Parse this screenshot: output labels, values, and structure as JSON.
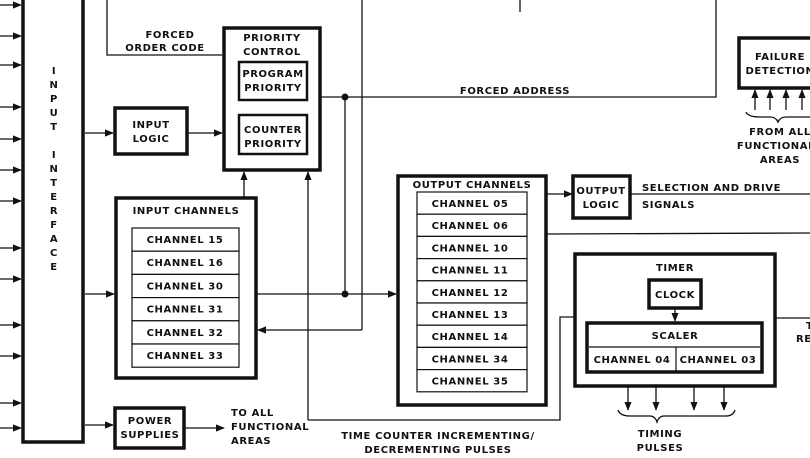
{
  "diagram": {
    "input_interface": {
      "letters": [
        "I",
        "N",
        "P",
        "U",
        "T",
        "",
        "I",
        "N",
        "T",
        "E",
        "R",
        "F",
        "A",
        "C",
        "E"
      ]
    },
    "forced_order_code": [
      "FORCED",
      "ORDER CODE"
    ],
    "priority_control": {
      "title": [
        "PRIORITY",
        "CONTROL"
      ],
      "program_priority": [
        "PROGRAM",
        "PRIORITY"
      ],
      "counter_priority": [
        "COUNTER",
        "PRIORITY"
      ]
    },
    "input_logic": [
      "INPUT",
      "LOGIC"
    ],
    "forced_address": "FORCED ADDRESS",
    "failure_detection": {
      "title": [
        "FAILURE",
        "DETECTION"
      ],
      "caption": [
        "FROM ALL",
        "FUNCTIONAL",
        "AREAS"
      ]
    },
    "input_channels": {
      "title": "INPUT CHANNELS",
      "channels": [
        "CHANNEL 15",
        "CHANNEL 16",
        "CHANNEL 30",
        "CHANNEL 31",
        "CHANNEL 32",
        "CHANNEL 33"
      ]
    },
    "output_channels": {
      "title": "OUTPUT CHANNELS",
      "channels": [
        "CHANNEL 05",
        "CHANNEL 06",
        "CHANNEL 10",
        "CHANNEL 11",
        "CHANNEL 12",
        "CHANNEL 13",
        "CHANNEL 14",
        "CHANNEL 34",
        "CHANNEL 35"
      ]
    },
    "output_logic": [
      "OUTPUT",
      "LOGIC"
    ],
    "selection_drive": [
      "SELECTION AND DRIVE",
      "SIGNALS"
    ],
    "timer": {
      "title": "TIMER",
      "clock": "CLOCK",
      "scaler": "SCALER",
      "channels": [
        "CHANNEL 04",
        "CHANNEL 03"
      ],
      "caption": [
        "TIMING",
        "PULSES"
      ]
    },
    "timer_right_caption": [
      "T",
      "RE"
    ],
    "power_supplies": [
      "POWER",
      "SUPPLIES"
    ],
    "to_all_functional": [
      "TO ALL",
      "FUNCTIONAL",
      "AREAS"
    ],
    "time_counter": [
      "TIME COUNTER INCREMENTING/",
      "DECREMENTING PULSES"
    ]
  }
}
